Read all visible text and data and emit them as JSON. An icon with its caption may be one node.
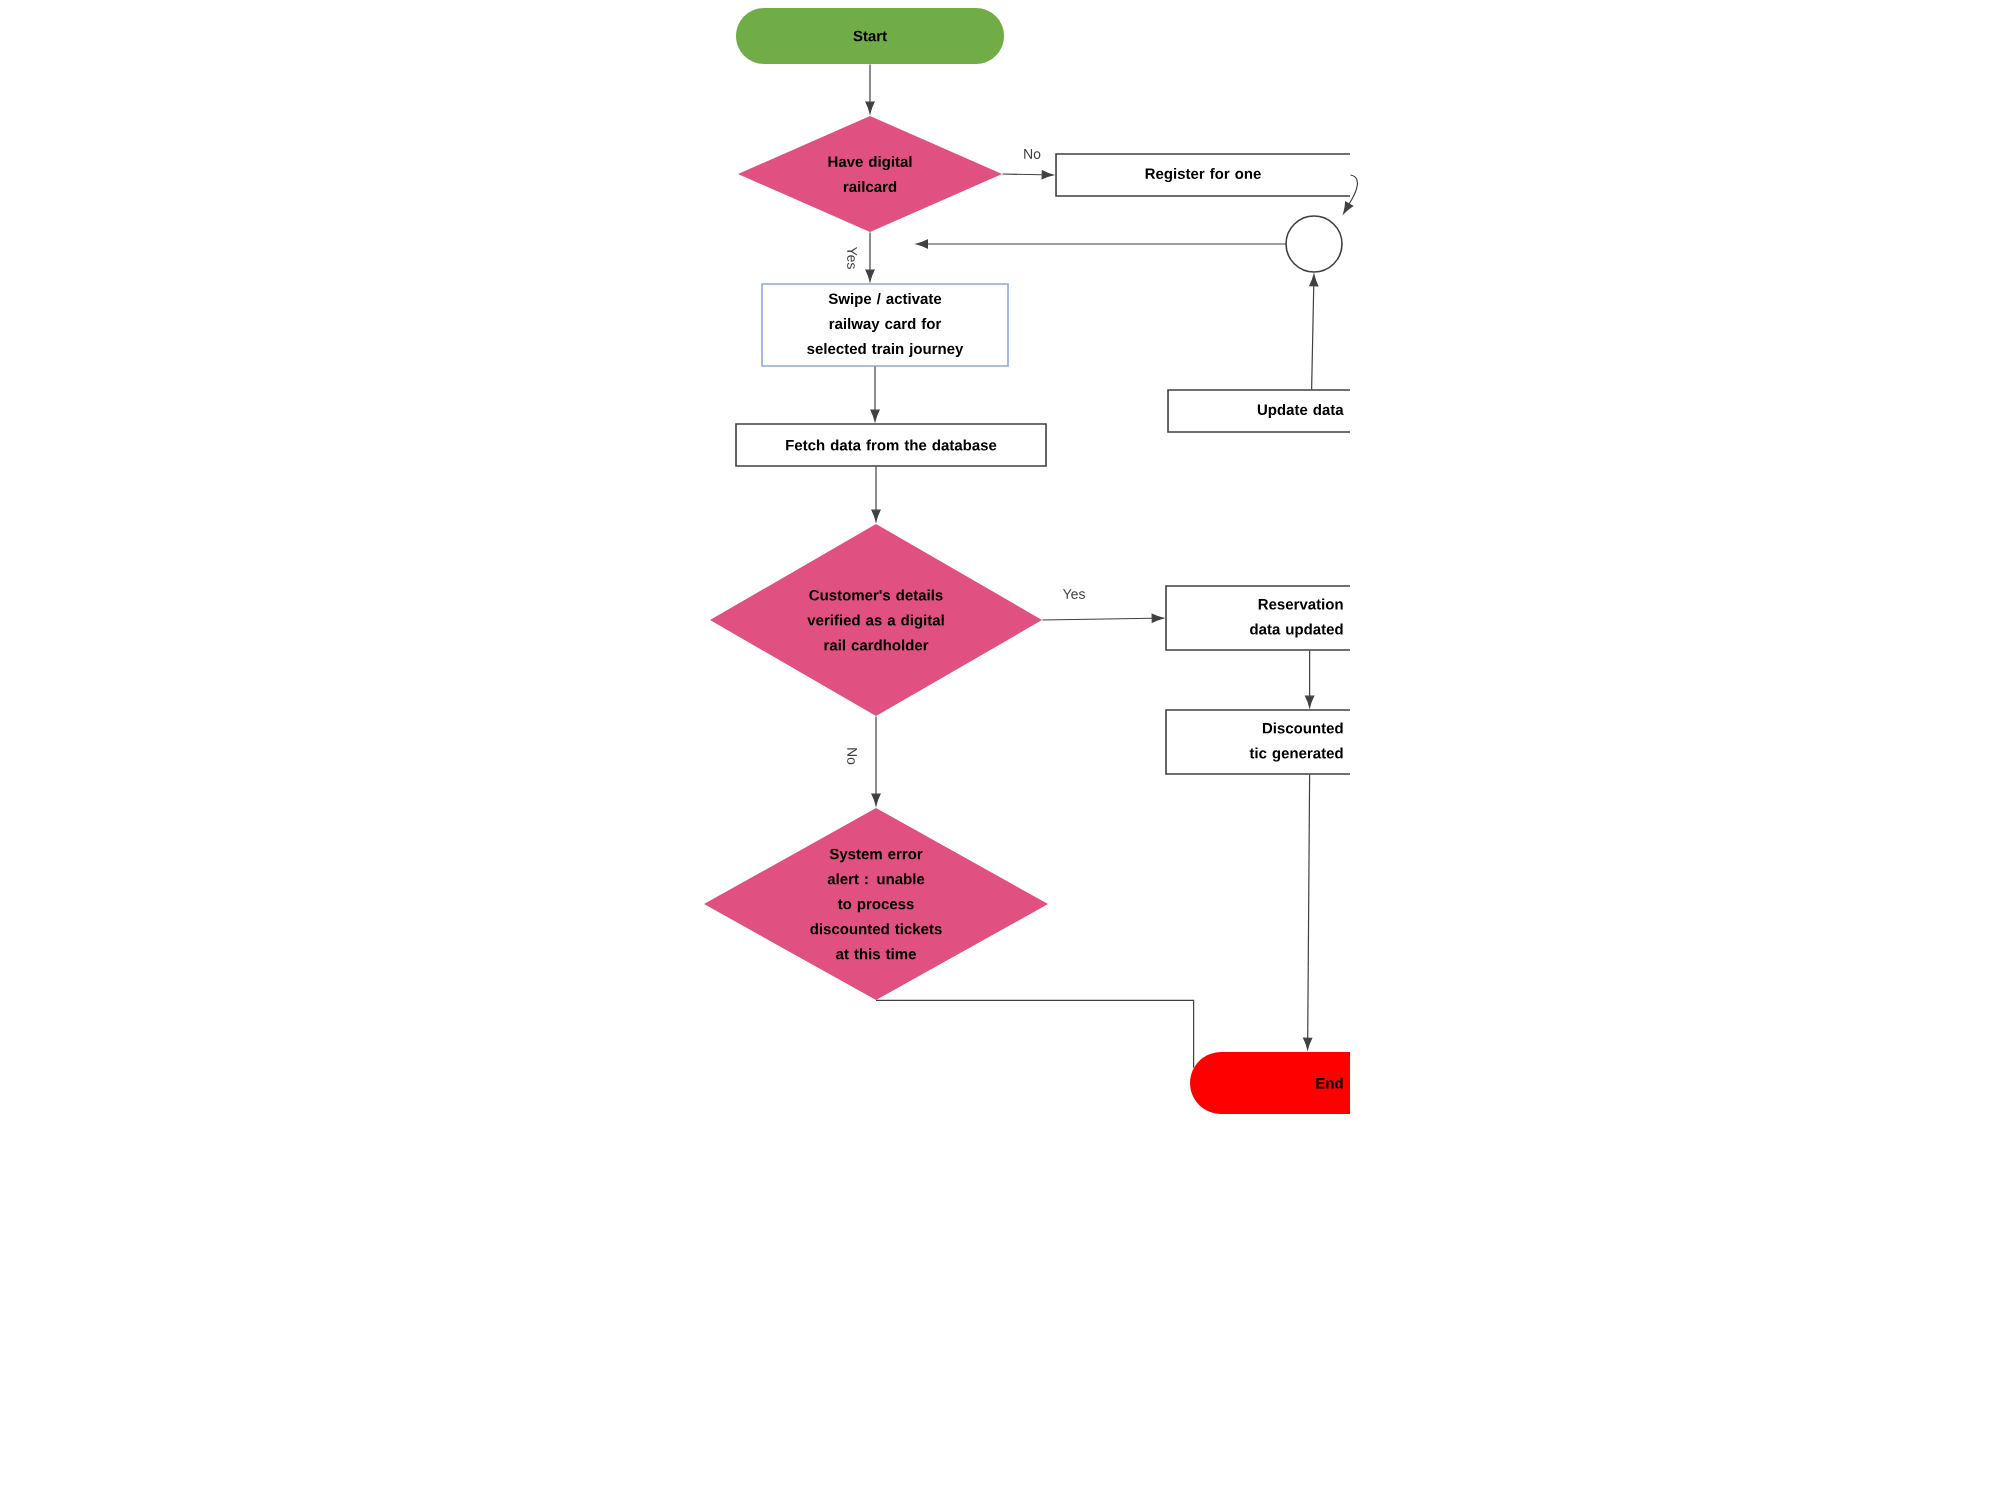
{
  "diagram": {
    "nodes": [
      {
        "text": [
          "Start"
        ]
      },
      {
        "text": [
          "Have digital railcard"
        ]
      },
      {
        "text": [
          "Register for one"
        ]
      },
      {
        "text": [],
        "shape": "circle"
      },
      {
        "text": [
          "Swipe / activate railway card for selected train journey"
        ]
      },
      {
        "text": [
          "Update data"
        ]
      },
      {
        "text": [
          "Fetch data from the database"
        ]
      },
      {
        "text": [
          "Customer's details verified as a digital rail cardholder"
        ]
      },
      {
        "text": [
          "Reservation data updated"
        ]
      },
      {
        "text": [
          "System error alert : unable to process discounted tickets at this time"
        ]
      },
      {
        "text": [
          "Discounted tic generated"
        ]
      },
      {
        "text": [
          "End"
        ]
      }
    ],
    "edges": [
      {
        "from": 0,
        "to": 1,
        "arrow": "to"
      },
      {
        "from": 1,
        "to": 2,
        "arrow": "to",
        "label": "No"
      },
      {
        "from": 1,
        "to": 4,
        "arrow": "to",
        "label": "Yes"
      },
      {
        "from": 2,
        "to": 3,
        "arrow": "to"
      },
      {
        "from": 3,
        "to": null,
        "arrow": "to"
      },
      {
        "from": 5,
        "to": 3,
        "arrow": "to"
      },
      {
        "from": 4,
        "to": 6,
        "arrow": "to"
      },
      {
        "from": 6,
        "to": 7,
        "arrow": "to"
      },
      {
        "from": 7,
        "to": 8,
        "arrow": "to",
        "label": "Yes"
      },
      {
        "from": 7,
        "to": 9,
        "arrow": "to",
        "label": "No"
      },
      {
        "from": 8,
        "to": 10,
        "arrow": "to"
      },
      {
        "from": 10,
        "to": 11,
        "arrow": "to"
      },
      {
        "from": 9,
        "to": 11,
        "arrow": "none"
      }
    ]
  }
}
